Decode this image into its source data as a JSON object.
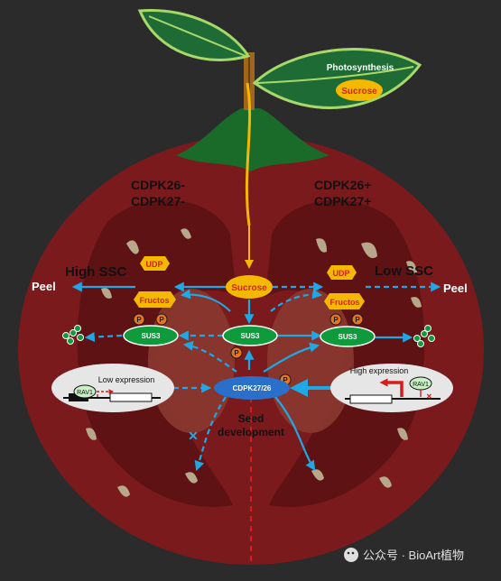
{
  "leaf": {
    "process": "Photosynthesis",
    "product": "Sucrose"
  },
  "left": {
    "genotype_line1": "CDPK26-",
    "genotype_line2": "CDPK27-",
    "ssc_label": "High SSC",
    "peel_label": "Peel",
    "udp_label": "UDP",
    "fructos_label": "Fructos",
    "p_label": "P",
    "sus3_label": "SUS3",
    "expression_label": "Low expression",
    "rav1_label": "RAV1"
  },
  "right": {
    "genotype_line1": "CDPK26+",
    "genotype_line2": "CDPK27+",
    "ssc_label": "Low SSC",
    "peel_label": "Peel",
    "udp_label": "UDP",
    "fructos_label": "Fructos",
    "p_label": "P",
    "sus3_label": "SUS3",
    "expression_label": "High expression",
    "rav1_label": "RAV1"
  },
  "center": {
    "sucrose_label": "Sucrose",
    "sus3_label": "SUS3",
    "p_label": "P",
    "kinase_label": "CDPK27/26",
    "seed_label_line1": "Seed",
    "seed_label_line2": "development"
  },
  "watermark": {
    "text": "公众号 · BioArt植物"
  },
  "colors": {
    "background": "#2b2b2b",
    "tomato_flesh": "#7a1a1c",
    "locule": "#5f1214",
    "arrow": "#1ea8e6",
    "sucrose_fill": "#f5b800",
    "udp_text": "#d62020",
    "sus3_fill": "#0f9a3c",
    "kinase_fill": "#2a6fc9",
    "p_fill": "#e8761c"
  }
}
